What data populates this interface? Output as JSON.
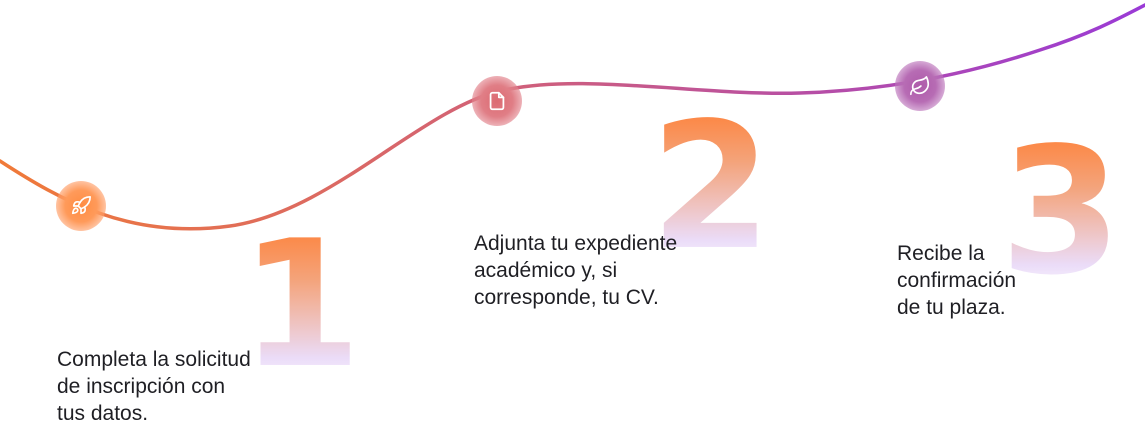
{
  "accent_colors": {
    "start": "#f07a38",
    "middle": "#d0607a",
    "end": "#9a3ad6"
  },
  "steps": [
    {
      "number": "1",
      "text": "Completa la solicitud\nde inscripción con\ntus datos.",
      "icon": "rocket-icon"
    },
    {
      "number": "2",
      "text": "Adjunta tu expediente\nacadémico y, si\ncorresponde, tu CV.",
      "icon": "document-icon"
    },
    {
      "number": "3",
      "text": "Recibe la\nconfirmación\nde tu plaza.",
      "icon": "leaf-icon"
    }
  ]
}
